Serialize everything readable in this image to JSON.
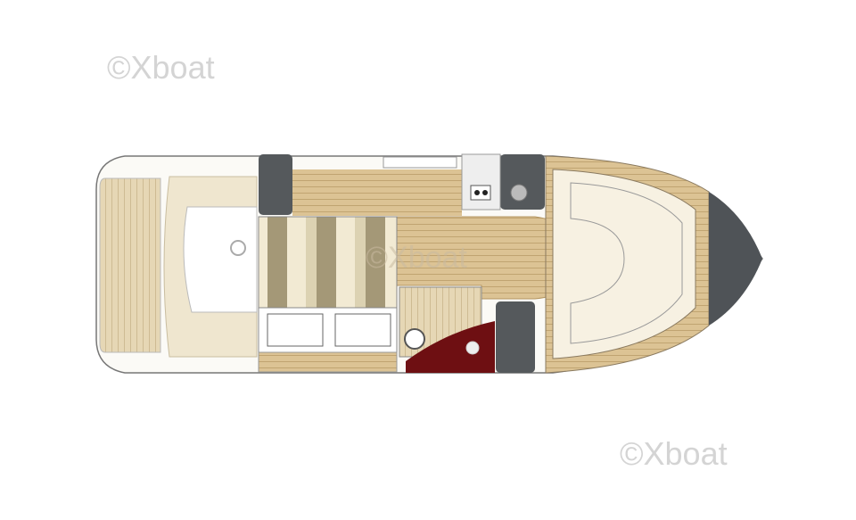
{
  "watermarks": {
    "top_left": "©Xboat",
    "center": "©Xboat",
    "bottom_right": "©Xboat"
  },
  "colors": {
    "teak": "#d9c08f",
    "teak_light": "#e8d5ab",
    "cushion_cream": "#f3ecd9",
    "pillar_gray": "#55595c",
    "head_maroon": "#6e0f12",
    "hull_outline": "#7a7a7a"
  }
}
